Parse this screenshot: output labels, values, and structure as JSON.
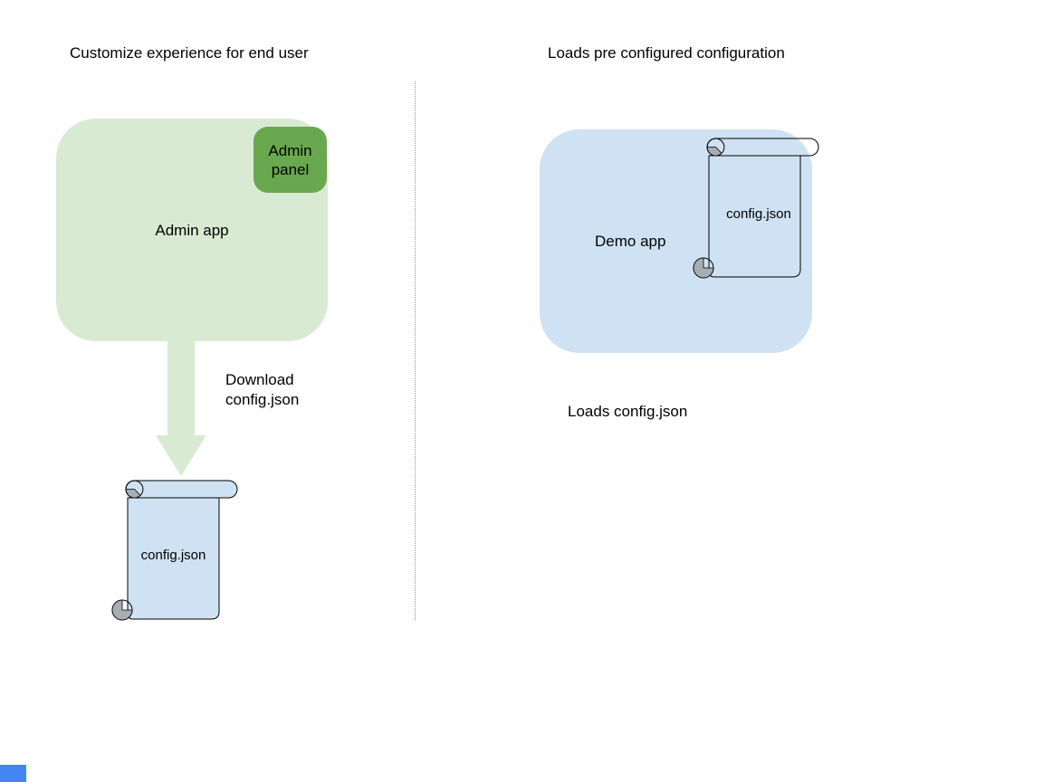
{
  "left": {
    "title": "Customize experience for end user",
    "admin_app_label": "Admin app",
    "admin_panel_label": "Admin panel",
    "download_label": "Download\nconfig.json",
    "config_file_label": "config.json"
  },
  "right": {
    "title": "Loads pre configured configuration",
    "demo_app_label": "Demo app",
    "config_file_label": "config.json",
    "caption": "Loads config.json"
  },
  "icons": {
    "download_arrow": "thick-down-arrow",
    "config_file": "paper-scroll"
  },
  "colors": {
    "app_green": "#d9ead3",
    "panel_green": "#6aa84f",
    "app_blue": "#cfe2f3",
    "scroll_blue": "#cfe2f3",
    "curl_gray": "#a6adb4",
    "outline": "#000000",
    "divider_gray": "#919191",
    "corner_blue": "#4485f3",
    "text": "#000000"
  }
}
